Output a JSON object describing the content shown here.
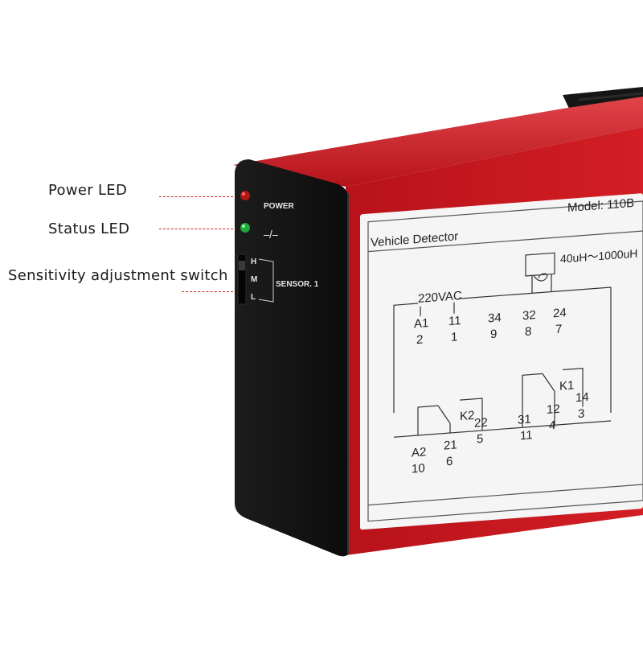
{
  "callouts": {
    "power_led": "Power LED",
    "status_led": "Status LED",
    "sensitivity_switch": "Sensitivity adjustment switch"
  },
  "front_panel": {
    "power_label": "POWER",
    "relay_symbol": "⎯/⎯",
    "switch_positions": [
      "H",
      "M",
      "L"
    ],
    "sensor_label": "SENSOR. 1"
  },
  "label": {
    "title": "Vehicle Detector",
    "model": "Model: 110B",
    "inductance": "40uH～1000uH",
    "supply": "220VAC",
    "top_terminals": [
      {
        "name": "A1",
        "pin": "2"
      },
      {
        "name": "11",
        "pin": "1"
      },
      {
        "name": "34",
        "pin": "9"
      },
      {
        "name": "32",
        "pin": "8"
      },
      {
        "name": "24",
        "pin": "7"
      }
    ],
    "relays": [
      "K2",
      "K1"
    ],
    "mid_terminals": [
      {
        "name": "22",
        "pin": "5"
      },
      {
        "name": "31",
        "pin": "11"
      },
      {
        "name": "12",
        "pin": "4"
      },
      {
        "name": "14",
        "pin": "3"
      }
    ],
    "bottom_terminals": [
      {
        "name": "A2",
        "pin": "10"
      },
      {
        "name": "21",
        "pin": "6"
      }
    ]
  },
  "colors": {
    "housing_red": "#c9141a",
    "panel_black": "#121212",
    "power_led": "#b01818",
    "status_led": "#1fa83a",
    "leader_line": "#c62828"
  }
}
